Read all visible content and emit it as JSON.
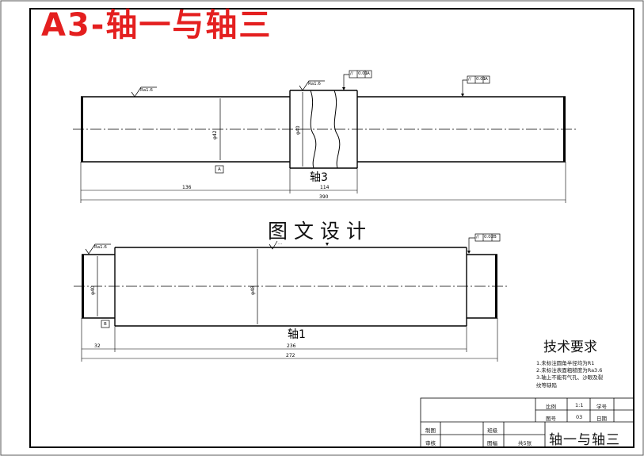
{
  "title": "A3-轴一与轴三",
  "watermark": "图文设计",
  "shaft3": {
    "name": "轴3",
    "dims": {
      "len_left": "136",
      "len_right": "114",
      "total": "390"
    },
    "dia_left": "φ42",
    "dia_right": "φ40",
    "roughness_1": "Ra1.6",
    "roughness_2": "Ra1.6",
    "datum": "A",
    "fcf_1": [
      "//",
      "0.01",
      "A"
    ],
    "fcf_2": [
      "//",
      "0.01",
      "A"
    ]
  },
  "shaft1": {
    "name": "轴1",
    "dims": {
      "len_left": "32",
      "len_mid": "236",
      "total": "272"
    },
    "dia_left": "φ40",
    "dia_mid": "φ48",
    "roughness_1": "Ra1.6",
    "roughness_2": "···",
    "datum": "B",
    "fcf": [
      "//",
      "0.02",
      "B"
    ]
  },
  "tech": {
    "title": "技术要求",
    "items": [
      "1.未标注圆角半径均为R1",
      "2.未标注表面粗糙度为Ra3.6",
      "3.轴上不能有气孔、沙眼及裂",
      "纹等缺陷"
    ]
  },
  "title_block": {
    "scale_label": "比例",
    "scale_value": "1:1",
    "xuehao_label": "学号",
    "tuhao_label": "图号",
    "tuhao_value": "03",
    "date_label": "日期",
    "zhitu_label": "制图",
    "banji_label": "班级",
    "shenhe_label": "审核",
    "tuji_label": "图幅",
    "sheets": "共5张",
    "name": "轴一与轴三"
  }
}
